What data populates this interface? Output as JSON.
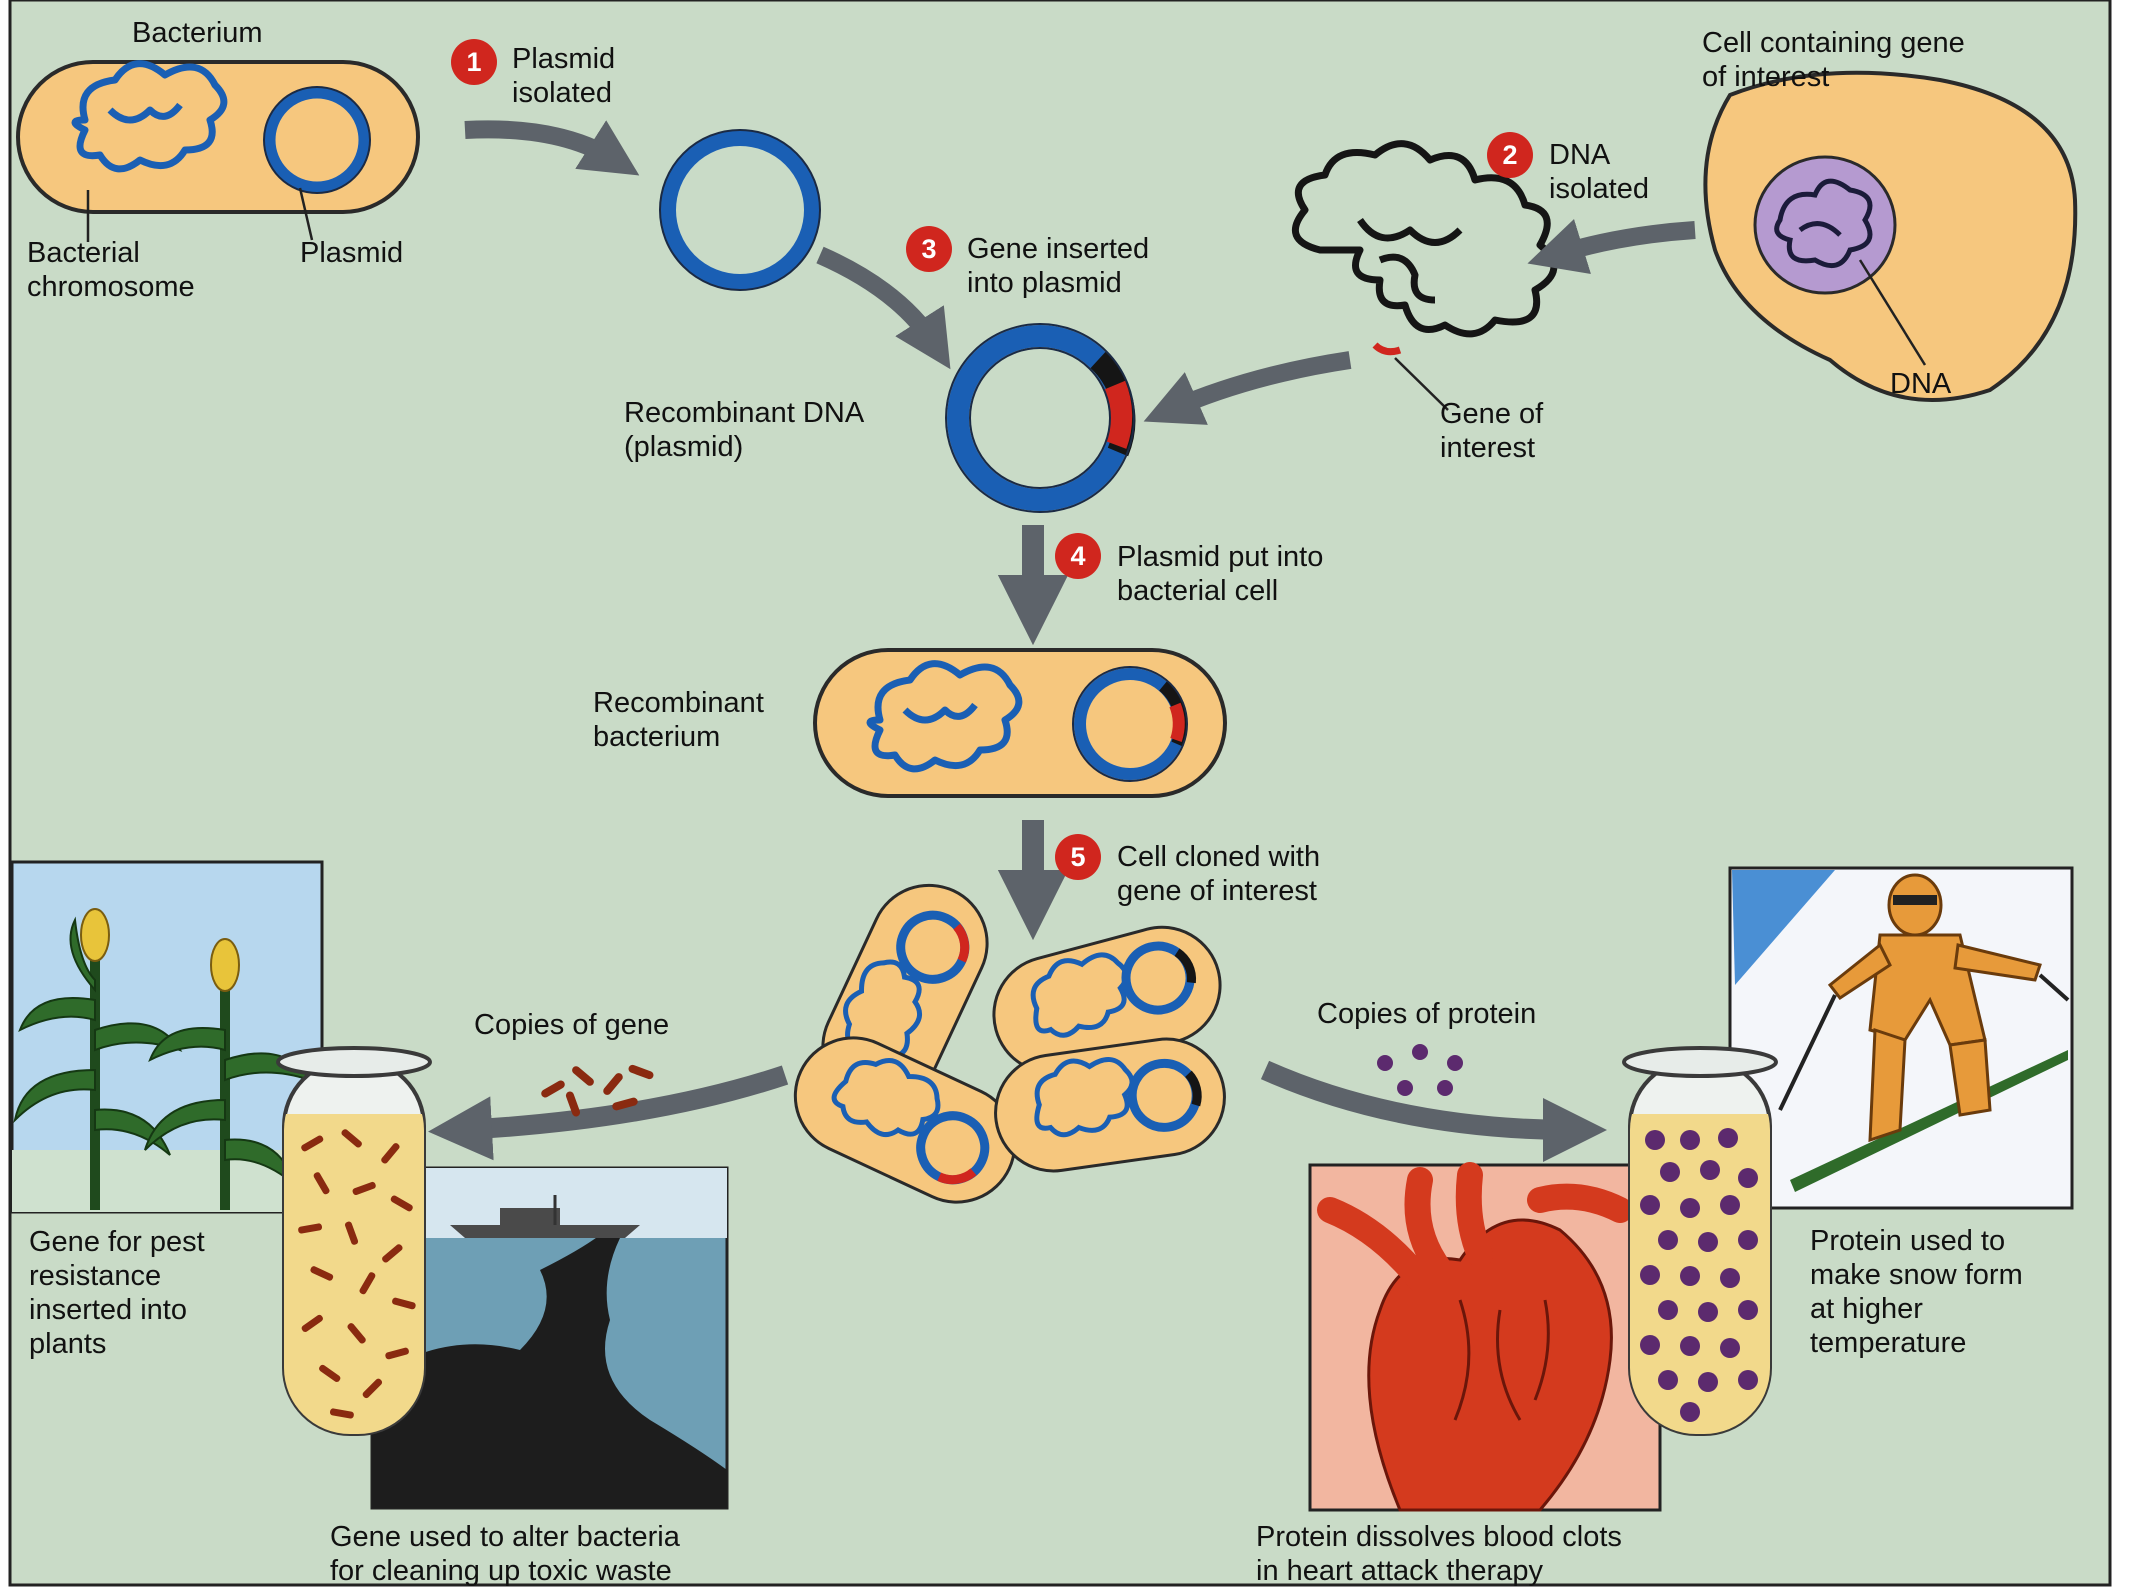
{
  "colors": {
    "page_bg": "#c9dbc7",
    "cell_fill": "#f6c77e",
    "plasmid_blue": "#1a5fb4",
    "gene_red": "#d0261e",
    "arrow_gray": "#5d636a",
    "nucleus_purple": "#b59ad0",
    "protein_purple": "#5c2a6e",
    "gene_copy_brown": "#8a2a10"
  },
  "top": {
    "bacterium_label": "Bacterium",
    "bacterial_chromosome_label": "Bacterial\nchromosome",
    "plasmid_label": "Plasmid",
    "cell_containing_gene_label": "Cell containing gene\nof interest",
    "dna_label": "DNA",
    "gene_of_interest_label": "Gene of\ninterest",
    "recombinant_dna_label": "Recombinant DNA\n(plasmid)",
    "recombinant_bacterium_label": "Recombinant\nbacterium"
  },
  "steps": [
    {
      "number": "1",
      "text": "Plasmid\nisolated"
    },
    {
      "number": "2",
      "text": "DNA\nisolated"
    },
    {
      "number": "3",
      "text": "Gene inserted\ninto plasmid"
    },
    {
      "number": "4",
      "text": "Plasmid put into\nbacterial cell"
    },
    {
      "number": "5",
      "text": "Cell cloned with\ngene of interest"
    }
  ],
  "bottom": {
    "copies_of_gene_label": "Copies of gene",
    "copies_of_protein_label": "Copies of protein",
    "pest_resistance_label": "Gene for pest\nresistance\ninserted into\nplants",
    "toxic_waste_label": "Gene used to alter bacteria\nfor cleaning up toxic waste",
    "blood_clots_label": "Protein dissolves blood clots\nin heart attack therapy",
    "snow_label": "Protein used to\nmake snow form\nat higher\ntemperature"
  },
  "icons": [
    "corn-plant-icon",
    "oil-spill-icon",
    "heart-icon",
    "skier-icon",
    "test-tube-icon"
  ]
}
